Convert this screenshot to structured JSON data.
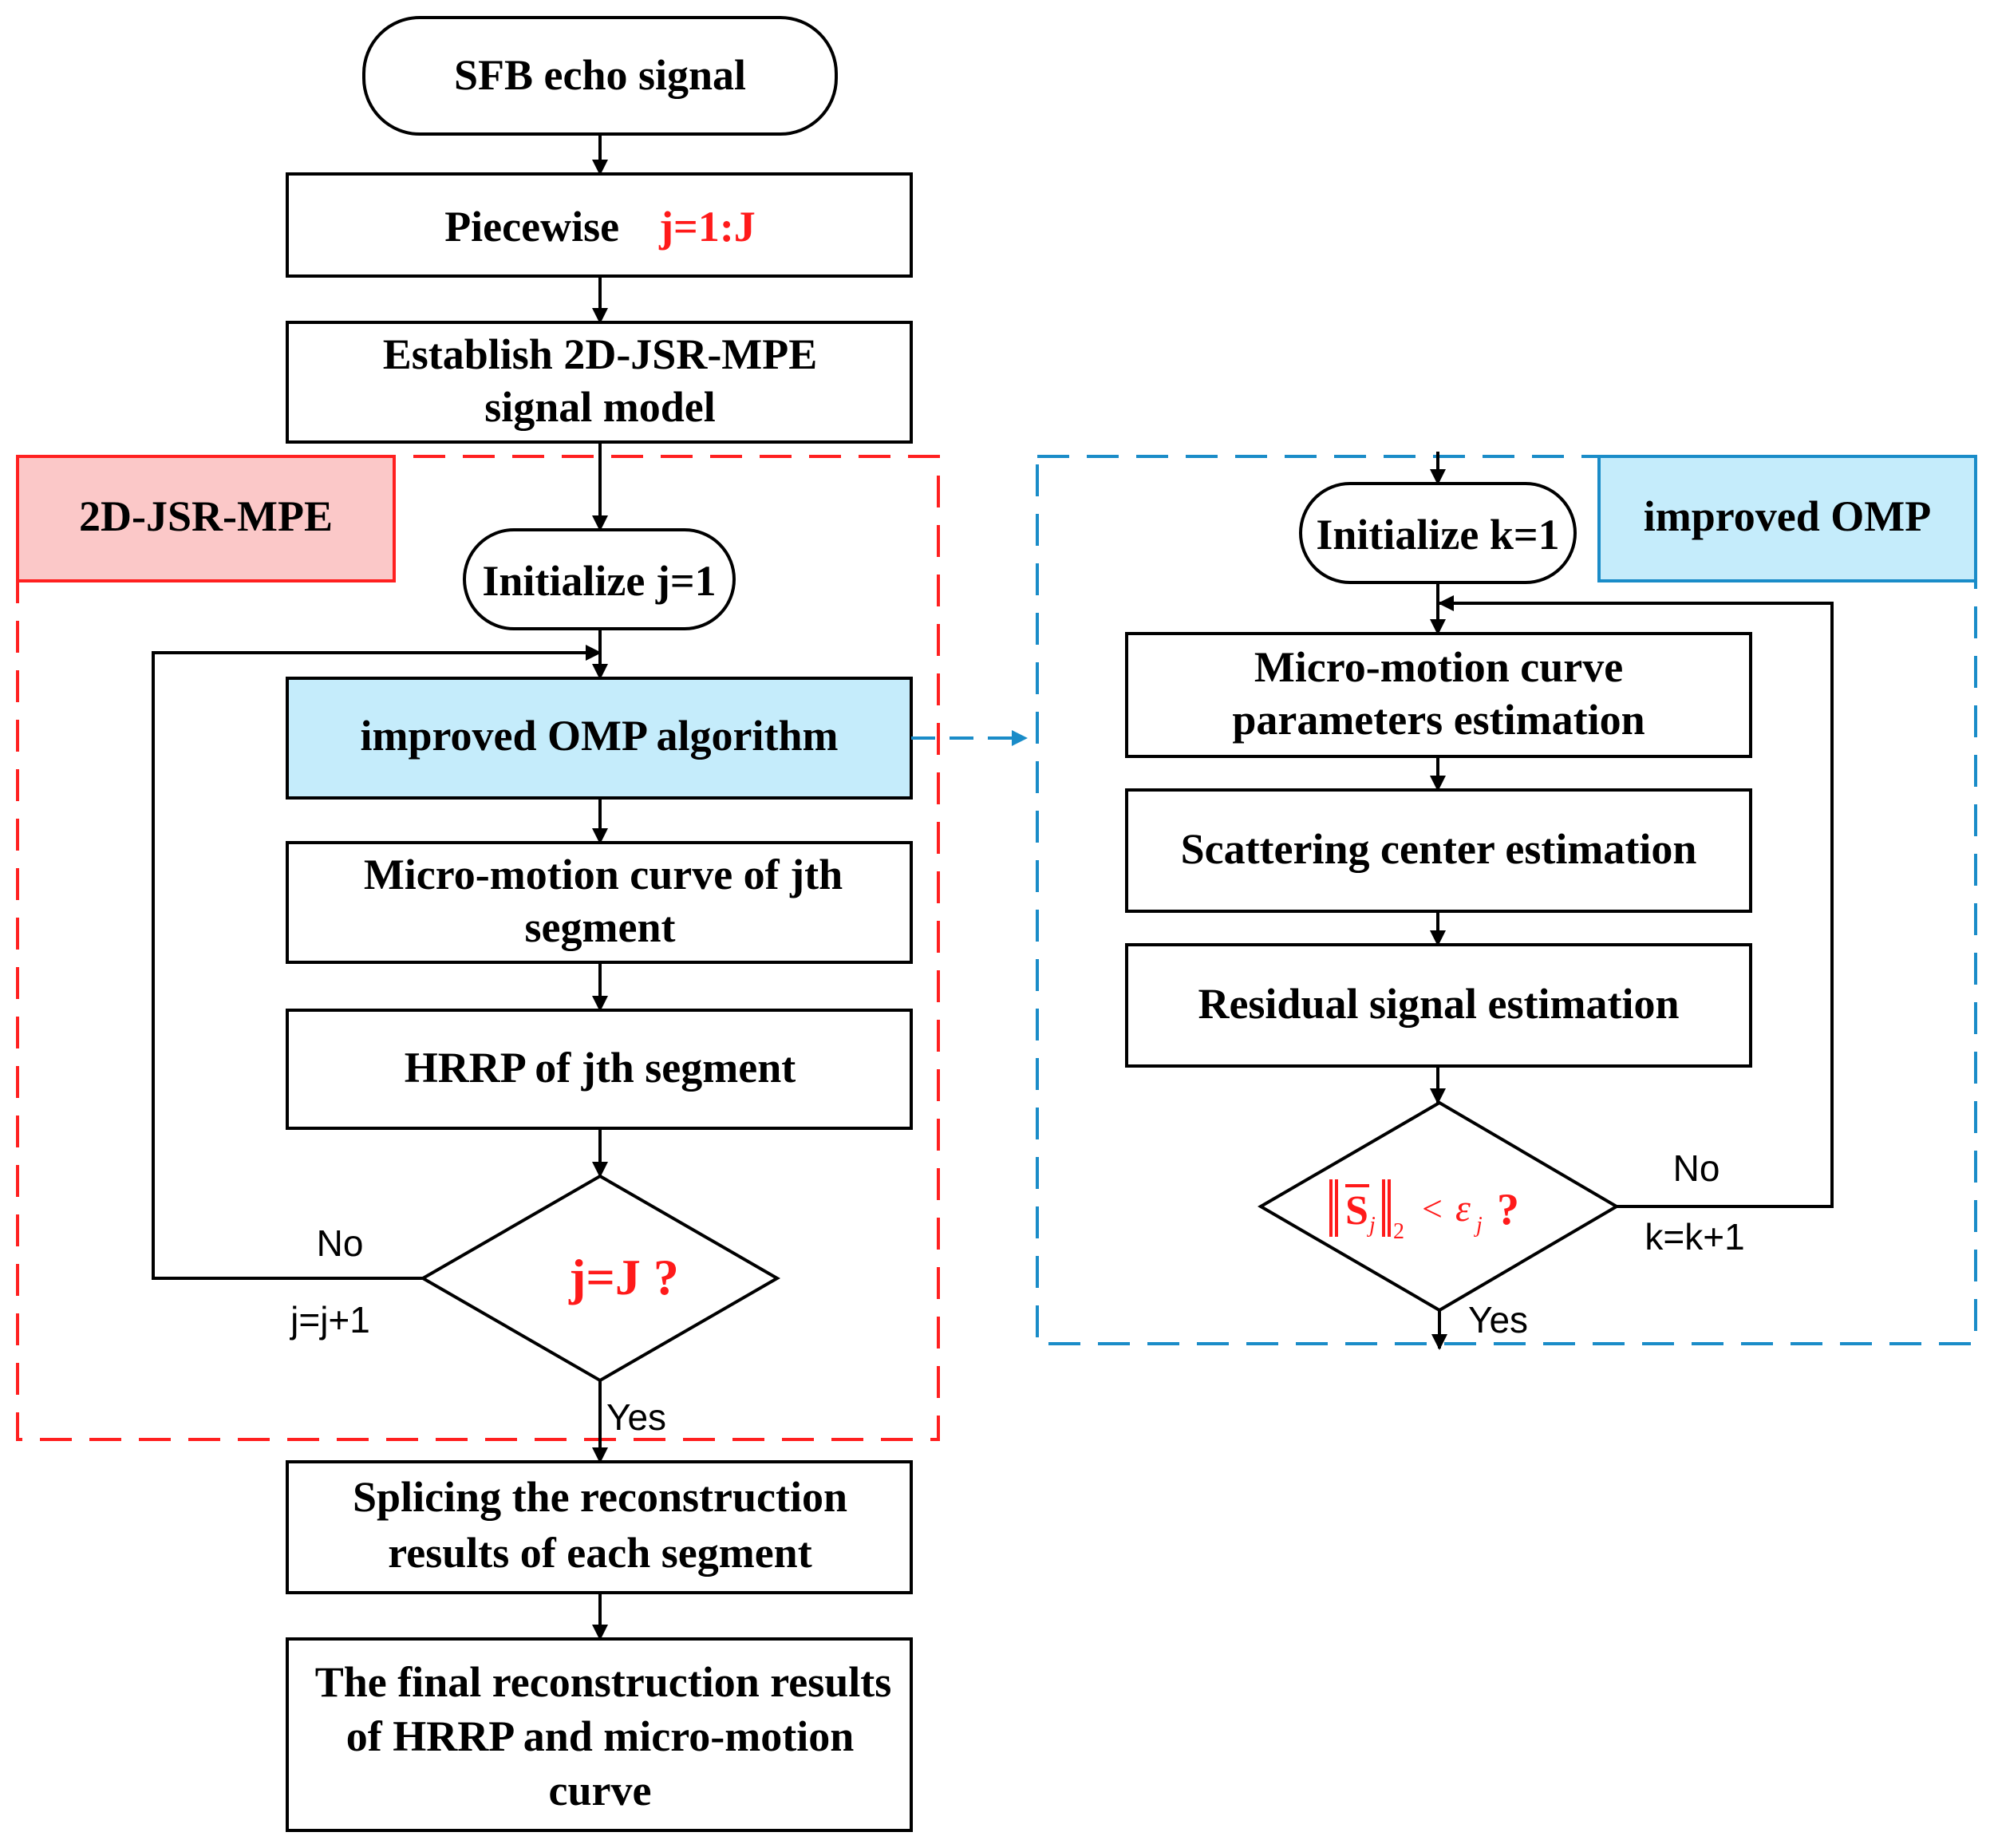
{
  "nodes": {
    "start": "SFB echo signal",
    "piecewise": "Piecewise",
    "piecewise_range": "j=1:J",
    "establish_line1": "Establish 2D-JSR-MPE",
    "establish_line2": "signal model",
    "init_j": "Initialize j=1",
    "improved_omp_algorithm": "improved OMP algorithm",
    "micro_motion_line1": "Micro-motion curve of jth",
    "micro_motion_line2": "segment",
    "hrrp": "HRRP of jth segment",
    "decision_j": "j=J ?",
    "splice_line1": "Splicing the reconstruction",
    "splice_line2": "results of each segment",
    "final_line1": "The final reconstruction results",
    "final_line2": "of HRRP and micro-motion",
    "final_line3": "curve",
    "init_k": "Initialize k=1",
    "params_line1": "Micro-motion curve",
    "params_line2": "parameters estimation",
    "scatter": "Scattering center estimation",
    "residual": "Residual signal estimation",
    "decision_k": {
      "norm_base": "S",
      "sub_j": "j",
      "sub_2": "2",
      "less_than": "<",
      "epsilon": "ε",
      "qmark": "?"
    }
  },
  "edge_labels": {
    "left_no": "No",
    "left_increment": "j=j+1",
    "left_yes": "Yes",
    "right_no": "No",
    "right_increment": "k=k+1",
    "right_yes": "Yes"
  },
  "regions": {
    "left_title": "2D-JSR-MPE",
    "right_title": "improved OMP"
  },
  "colors": {
    "left_region": "#ff2020",
    "left_title_fill": "#fbc8c8",
    "right_region": "#1a8cc8",
    "right_title_fill": "#c5ecfb",
    "highlight_box": "#c5ecfb",
    "accent_text": "#ff1a1a"
  }
}
